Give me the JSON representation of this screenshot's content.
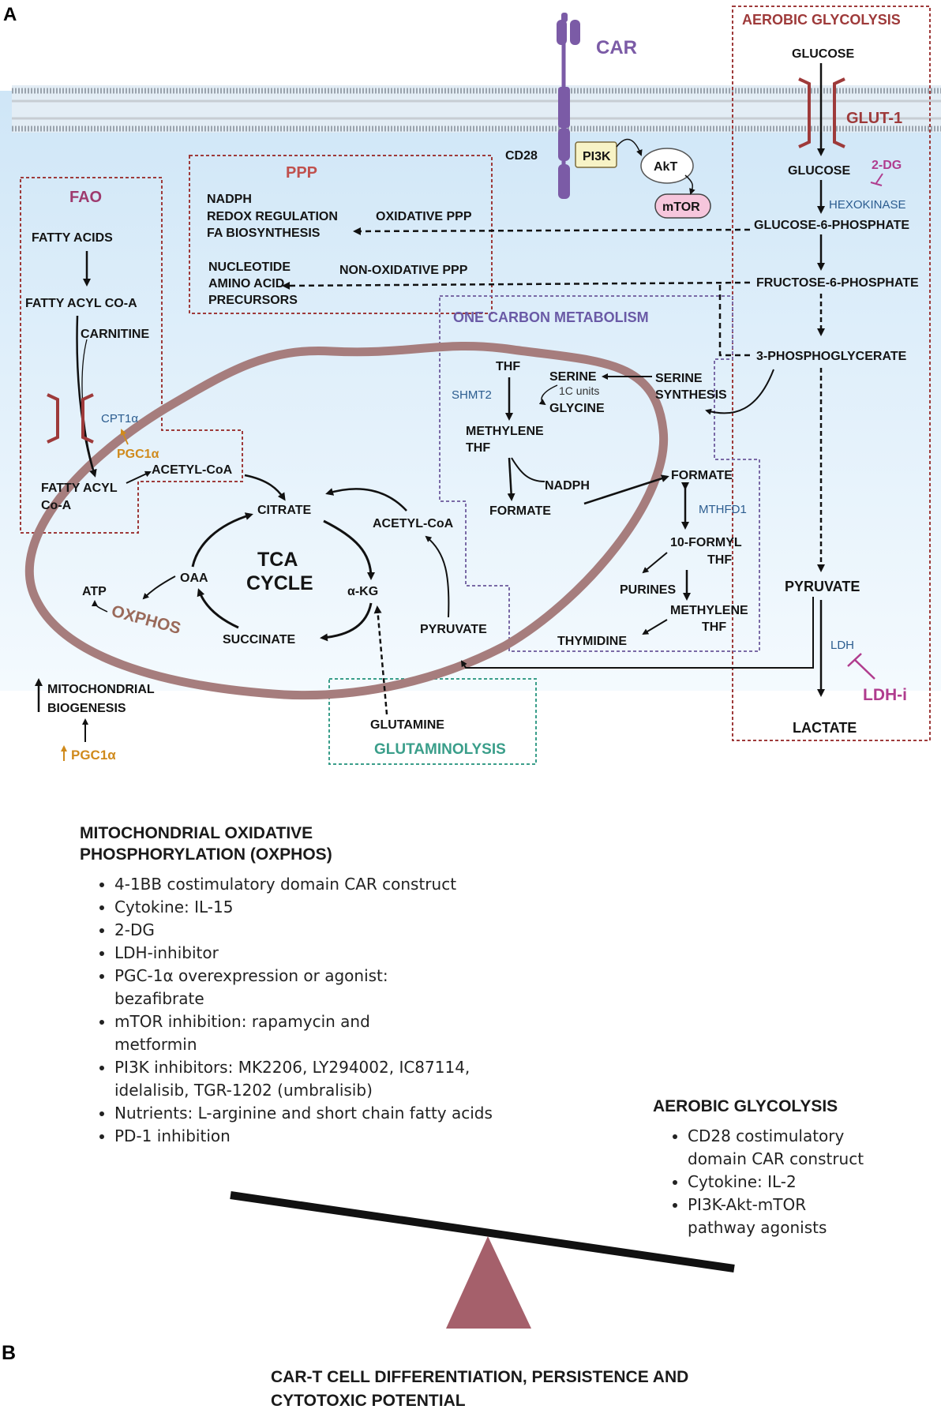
{
  "panel_a": {
    "panel_label": "A",
    "car": "CAR",
    "cd28": "CD28",
    "pi3k": "PI3K",
    "akt": "AkT",
    "mtor": "mTOR",
    "aerobic_glycolysis": {
      "title": "AEROBIC GLYCOLYSIS",
      "glucose_out": "GLUCOSE",
      "glut1": "GLUT-1",
      "glucose_in": "GLUCOSE",
      "inhibitor_2dg": "2-DG",
      "hexokinase": "HEXOKINASE",
      "g6p": "GLUCOSE-6-PHOSPHATE",
      "f6p": "FRUCTOSE-6-PHOSPHATE",
      "pg3": "3-PHOSPHOGLYCERATE",
      "pyruvate": "PYRUVATE",
      "ldh": "LDH",
      "ldh_i": "LDH-i",
      "lactate": "LACTATE"
    },
    "ppp": {
      "title": "PPP",
      "ox_products": [
        "NADPH",
        "REDOX REGULATION",
        "FA BIOSYNTHESIS"
      ],
      "oxidative": "OXIDATIVE PPP",
      "nonox_products": [
        "NUCLEOTIDE",
        "AMINO ACID",
        "PRECURSORS"
      ],
      "nonoxidative": "NON-OXIDATIVE PPP"
    },
    "fao": {
      "title": "FAO",
      "fatty_acids": "FATTY ACIDS",
      "fatty_acyl_coa": "FATTY ACYL CO-A",
      "carnitine": "CARNITINE",
      "cpt1a": "CPT1α",
      "pgc1a": "PGC1α",
      "fatty_acyl_coa_mito": [
        "FATTY ACYL",
        "Co-A"
      ],
      "acetyl_coa": "ACETYL-CoA"
    },
    "one_carbon": {
      "title": "ONE CARBON METABOLISM",
      "thf": "THF",
      "serine": "SERINE",
      "shmt2": "SHMT2",
      "units_1c": "1C units",
      "glycine": "GLYCINE",
      "serine_synthesis": [
        "SERINE",
        "SYNTHESIS"
      ],
      "methylene_thf": [
        "METHYLENE",
        "THF"
      ],
      "nadph": "NADPH",
      "formate_left": "FORMATE",
      "formate_right": "FORMATE",
      "mthfd1": "MTHFD1",
      "formyl_thf": [
        "10-FORMYL",
        "THF"
      ],
      "purines": "PURINES",
      "methylene_thf2": [
        "METHYLENE",
        "THF"
      ],
      "thymidine": "THYMIDINE"
    },
    "tca": {
      "citrate": "CITRATE",
      "acetyl_coa": "ACETYL-CoA",
      "tca_cycle": [
        "TCA",
        "CYCLE"
      ],
      "oaa": "OAA",
      "akg": "α-KG",
      "succinate": "SUCCINATE",
      "pyruvate": "PYRUVATE",
      "atp": "ATP",
      "oxphos": "OXPHOS"
    },
    "glutaminolysis": {
      "glutamine": "GLUTAMINE",
      "title": "GLUTAMINOLYSIS"
    },
    "biogenesis": [
      "MITOCHONDRIAL",
      "BIOGENESIS"
    ],
    "pgc1a_bottom": "PGC1α"
  },
  "panel_b": {
    "panel_label": "B",
    "oxphos_title": "MITOCHONDRIAL OXIDATIVE PHOSPHORYLATION (OXPHOS)",
    "oxphos_items": [
      "4-1BB costimulatory domain CAR construct",
      "Cytokine: IL-15",
      "2-DG",
      "LDH-inhibitor",
      "PGC-1α overexpression or agonist: bezafibrate",
      "mTOR inhibition: rapamycin and metformin",
      "PI3K inhibitors: MK2206, LY294002, IC87114, idelalisib, TGR-1202 (umbralisib)",
      "Nutrients: L-arginine and short chain fatty acids",
      "PD-1 inhibition"
    ],
    "glyco_title": "AEROBIC GLYCOLYSIS",
    "glyco_items": [
      "CD28 costimulatory domain CAR construct",
      "Cytokine: IL-2",
      "PI3K-Akt-mTOR pathway agonists"
    ],
    "bottom_title": "CAR-T CELL DIFFERENTIATION, PERSISTENCE AND CYTOTOXIC POTENTIAL"
  },
  "colors": {
    "mito": "#a67d7d",
    "dashed_red": "#9e3a3a",
    "dashed_green": "#3a9e8a",
    "dashed_purple": "#7a6aa6",
    "car": "#7b5ba6",
    "orange": "#d08a1c",
    "blue_text": "#2b5c8f",
    "magenta": "#b03c8e",
    "fulcrum": "#a5606b"
  }
}
